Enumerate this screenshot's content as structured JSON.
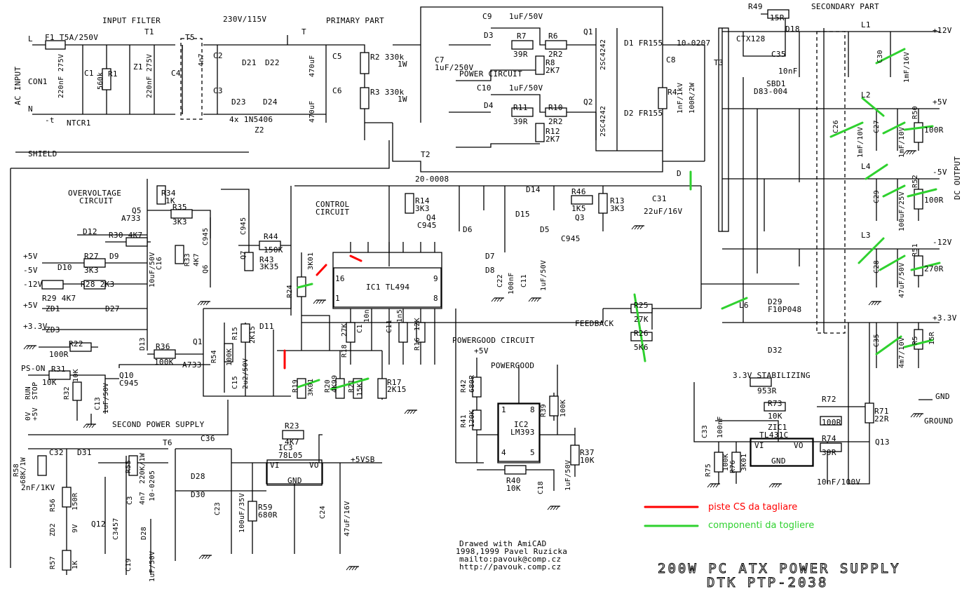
{
  "colors": {
    "ink": "#000000",
    "cut": "#ff0000",
    "remove": "#2fd12f"
  },
  "sections": {
    "input_filter": "INPUT FILTER",
    "primary_part": "PRIMARY PART",
    "power_circuit": "POWER CIRCUIT",
    "secondary_part": "SECONDARY PART",
    "overvoltage": [
      "OVERVOLTAGE",
      "CIRCUIT"
    ],
    "control": [
      "CONTROL",
      "CIRCUIT"
    ],
    "powergood_circuit": "POWERGOOD CIRCUIT",
    "second_supply": "SECOND POWER SUPPLY",
    "stabilizing": "3.3V STABILIZING",
    "feedback": "FEEDBACK",
    "dc_output": "DC OUTPUT",
    "ac_input": "AC INPUT",
    "shield": "SHIELD"
  },
  "input": {
    "l": "L",
    "n": "N",
    "con": "CON1",
    "f1": "F1 T5A/250V",
    "t1": "T1",
    "t5": "T5",
    "c1": "C1",
    "c1_val": "220nF 275V",
    "r1": "R1",
    "r1_val": "560k",
    "z1": "Z1",
    "c4": "C4",
    "c4_val": "220nF 275V",
    "c2": "C2",
    "c3": "C3",
    "c23_val": "4n7",
    "ntc": "NTCR1",
    "ntc_t": "-t",
    "sel": "230V/115V",
    "t": "T",
    "d21": "D21",
    "d22": "D22",
    "d23": "D23",
    "d24": "D24",
    "bridge": "4x 1N5406",
    "c5": "C5",
    "c6": "C6",
    "c56_val": "470uF",
    "z2": "Z2",
    "r2": "R2 330k",
    "r3": "R3 330k",
    "w1": "1W",
    "w2": "1W"
  },
  "power": {
    "c9": "C9",
    "c9_val": "1uF/50V",
    "c10": "C10",
    "c10_val": "1uF/50V",
    "d3": "D3",
    "d4": "D4",
    "r7": "R7",
    "r7_val": "39R",
    "r11": "R11",
    "r11_val": "39R",
    "r6": "R6",
    "r6_val": "2R2",
    "r10": "R10",
    "r10_val": "2R2",
    "r8": "R8",
    "r8_val": "2K7",
    "r12": "R12",
    "r12_val": "2K7",
    "q1": "Q1",
    "q2": "Q2",
    "q12_type": "2SC4242",
    "d1": "D1 FR155",
    "d2": "D2 FR155",
    "c7": "C7",
    "c7_val": "1uF/250V",
    "c8": "C8",
    "c8_val": "1nF/1kV",
    "r4": "R4",
    "r4_val": "100R/2W",
    "t2": "T2",
    "t2_code": "20-0008",
    "t3": "T3",
    "t3_code": "10-0207"
  },
  "secondary": {
    "r49": "R49",
    "r49_val": "15R",
    "ctx": "CTX128",
    "d18": "D18",
    "c35": "C35",
    "c35_val": "10nF",
    "l1": "L1",
    "c30": "C30",
    "c30_val": "1mF/16V",
    "plus12": "+12V",
    "sbd1": "SBD1",
    "sbd1_type": "D83-004",
    "l2": "L2",
    "c26": "C26",
    "c26_val": "1mF/10V",
    "c27": "C27",
    "c27_val": "1mF/10V",
    "r50": "R50",
    "r50_val": "100R",
    "plus5": "+5V",
    "l4": "L4",
    "c29": "C29",
    "c29_val": "100uF/25V",
    "r52": "R52",
    "r52_val": "100R",
    "minus5": "-5V",
    "l3": "L3",
    "c28": "C28",
    "c28_val": "47uF/50V",
    "r51": "R51",
    "r51_val": "270R",
    "minus12": "-12V",
    "l6": "L6",
    "d29": "D29",
    "d29_type": "F10P048",
    "c35b": "C35",
    "c35b_val": "4m7/10V",
    "r5": "R5",
    "r5_val": "15R",
    "plus33": "+3.3V",
    "d32": "D32"
  },
  "overvoltage": {
    "r34": "R34",
    "r34_val": "1K",
    "q5": "Q5",
    "q5_type": "A733",
    "r35": "R35",
    "r35_val": "3K3",
    "c945": "C945",
    "q7": "Q7",
    "r44": "R44",
    "r44_val": "150K",
    "r43": "R43",
    "r43_val": "3K35",
    "d12": "D12",
    "r30": "R30 4K7",
    "d9": "D9",
    "r27": "R27",
    "r27_val": "3K3",
    "r28": "R28 2K3",
    "d10": "D10",
    "r29": "R29 4K7",
    "zd1": "ZD1",
    "d27": "D27",
    "zd3": "ZD3",
    "r22": "R22",
    "r22_val": "100R",
    "c16": "C16",
    "c16_val": "10uF/50V",
    "r33": "R33",
    "r33_val": "4K7",
    "q6": "Q6",
    "d13": "D13",
    "r36": "R36",
    "r36_val": "100K",
    "q1": "Q1",
    "q1_type": "A733",
    "r54": "R54",
    "r54_val": "100K",
    "r15": "R15",
    "r15_val": "2K15",
    "c15": "C15",
    "c15_val": "2u2/50V",
    "d11": "D11",
    "p5": "+5V",
    "m5": "-5V",
    "m12": "-12V",
    "p5b": "+5V",
    "p33": "+3.3V"
  },
  "pson": {
    "label": "PS-ON",
    "r31": "R31",
    "r31_val": "10K",
    "q10": "Q10",
    "q10_type": "C945",
    "r32": "R32",
    "r32_val": "10K",
    "c13": "C13",
    "c13_val": "1uF/50V",
    "run": "RUN",
    "stop": "STOP",
    "zero": "0V",
    "plus": "+5V"
  },
  "control": {
    "r14": "R14",
    "r14_val": "3K3",
    "r46": "R46",
    "r46_val": "1K5",
    "r13": "R13",
    "r13_val": "3K3",
    "d14": "D14",
    "d15": "D15",
    "d6": "D6",
    "d5": "D5",
    "q4": "Q4",
    "q4_type": "C945",
    "q3": "Q3",
    "q3_type": "C945",
    "d7": "D7",
    "d8": "D8",
    "c22": "C22",
    "c22_val": "100nF",
    "c11": "C11",
    "c11_val": "1uF/50V",
    "c31": "C31",
    "c31_val": "22uF/16V",
    "d": "D",
    "ic1": "IC1 TL494",
    "pin16": "16",
    "pin1": "1",
    "pin9": "9",
    "pin8": "8",
    "r24": "R24",
    "r24_val": "3K01",
    "r18": "R18",
    "r18_val": "27K",
    "c1": "C1",
    "c1_val": "10n",
    "c11b": "C11",
    "c11b_val": "1n5",
    "r16": "R16",
    "r16_val": "12K",
    "r19": "R19",
    "r19_val": "3K01",
    "r20": "R20",
    "r20_val": "4K99",
    "r21": "R21",
    "r21_val": "15K",
    "r17": "R17",
    "r17_val": "2K15",
    "r25": "R25",
    "r25_val": "27K",
    "r26": "R26",
    "r26_val": "5K6"
  },
  "powergood": {
    "p5": "+5V",
    "pg": "POWERGOOD",
    "r42": "R42",
    "r42_val": "680R",
    "r41": "R41",
    "r41_val": "120K",
    "ic2": "IC2",
    "ic2_type": "LM393",
    "p1": "1",
    "p8": "8",
    "p4": "4",
    "p5pin": "5",
    "r39": "R39",
    "r39_val": "100K",
    "r37": "R37",
    "r37_val": "10K",
    "r40": "R40",
    "r40_val": "10K",
    "c18": "C18",
    "c18_val": "1uF/50V"
  },
  "stab": {
    "r72": "R72",
    "r72_val": "100R",
    "r73": "R73",
    "r73_val": "10K",
    "r71": "R71",
    "r71_val": "22R",
    "r74": "R74",
    "r74_val": "39R",
    "q13": "Q13",
    "zic": "ZIC1",
    "zic_type": "TL431C",
    "vi": "VI",
    "vo": "VO",
    "gnd": "GND",
    "c33": "C33",
    "c33_val": "100nF",
    "r75": "R75",
    "r75_val": "100K",
    "r76": "R76",
    "r76_val": "3K01",
    "c_low": "10nF/100V",
    "r953": "953R",
    "gnd_label": "GND",
    "ground": "GROUND"
  },
  "second": {
    "r58": "R58",
    "r58_val": "68K/1W",
    "c32": "C32",
    "c32_val": "2nF/1KV",
    "d31": "D31",
    "r55": "R55",
    "r55_val": "220K/1W",
    "t6": "T6",
    "t6_code": "10-0205",
    "c36": "C36",
    "d28": "D28",
    "d30": "D30",
    "r56": "R56",
    "r56_val": "150R",
    "c3457": "C3457",
    "q12": "Q12",
    "zd2": "ZD2",
    "zd2_val": "9V",
    "r57": "R57",
    "r57_val": "1K",
    "c19": "C19",
    "c19_val": "1uF/50V",
    "c3": "C3",
    "c3_val": "4n7",
    "r23": "R23",
    "r23_val": "4K7",
    "ic3": "IC3",
    "ic3_type": "78L05",
    "c23": "C23",
    "c23_val": "100uF/35V",
    "r59": "R59",
    "r59_val": "680R",
    "c24": "C24",
    "c24_val": "47uF/16V",
    "vsb": "+5VSB"
  },
  "credits": [
    "Drawed with AmiCAD",
    "1998,1999 Pavel Ruzicka",
    "mailto:pavouk@comp.cz",
    "http://pavouk.comp.cz"
  ],
  "title": [
    "200W PC ATX POWER SUPPLY",
    "DTK PTP-2038"
  ],
  "legend": {
    "cut": "piste CS da tagliare",
    "remove": "componenti da togliere"
  }
}
